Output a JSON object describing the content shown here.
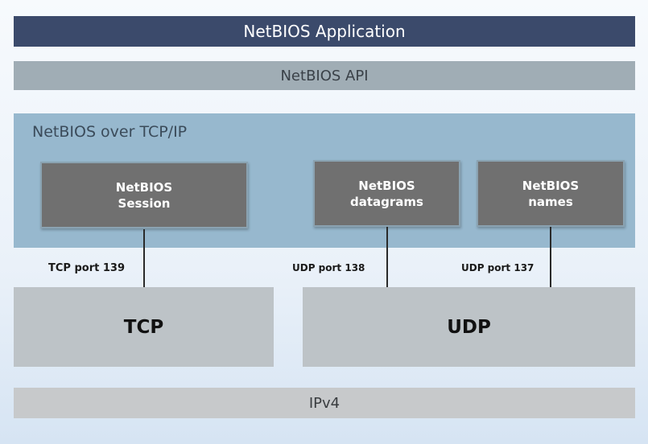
{
  "layers": {
    "application": "NetBIOS Application",
    "api": "NetBIOS API",
    "netbios_over_tcpip": {
      "title": "NetBIOS over TCP/IP",
      "services": [
        {
          "label": "NetBIOS\nSession"
        },
        {
          "label": "NetBIOS\ndatagrams"
        },
        {
          "label": "NetBIOS\nnames"
        }
      ]
    },
    "transport": {
      "tcp": "TCP",
      "udp": "UDP"
    },
    "network": "IPv4"
  },
  "ports": {
    "tcp_139": "TCP port 139",
    "udp_138": "UDP port 138",
    "udp_137": "UDP port 137"
  },
  "colors": {
    "application_band": "#3b4a6b",
    "api_band": "#a0adb5",
    "nbt_region": "#97b8ce",
    "service_box": "#707070",
    "transport_box": "#bdc3c7",
    "ipv4_band": "#c7c9cb"
  }
}
